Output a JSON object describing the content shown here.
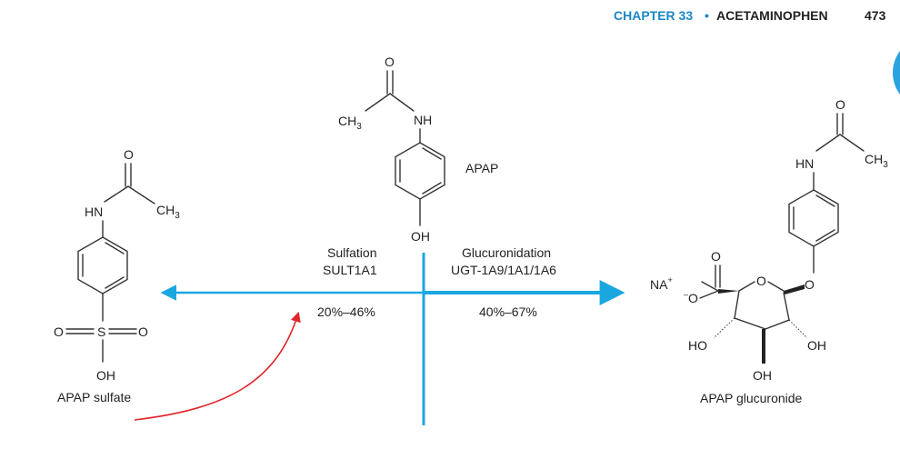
{
  "header": {
    "chapter": "CHAPTER 33",
    "bullet": "•",
    "title": "ACETAMINOPHEN",
    "page_number": "473"
  },
  "atoms": {
    "O": "O",
    "NH": "NH",
    "HN": "HN",
    "CH": "CH",
    "three": "3",
    "OH": "OH",
    "HO": "HO",
    "S": "S",
    "NA": "NA",
    "plus": "+",
    "minus": "–"
  },
  "molecules": {
    "apap": "APAP",
    "apap_sulfate": "APAP sulfate",
    "apap_glucuronide": "APAP glucuronide"
  },
  "pathways": {
    "sulfation": {
      "name": "Sulfation",
      "enzyme": "SULT1A1",
      "percent": "20%–46%"
    },
    "glucuronidation": {
      "name": "Glucuronidation",
      "enzyme": "UGT-1A9/1A1/1A6",
      "percent": "40%–67%"
    }
  },
  "colors": {
    "arrow_blue": "#1aa7e0",
    "arrow_red": "#e0262b",
    "header_blue": "#1a86c8",
    "badge_blue": "#2aa3e0"
  }
}
